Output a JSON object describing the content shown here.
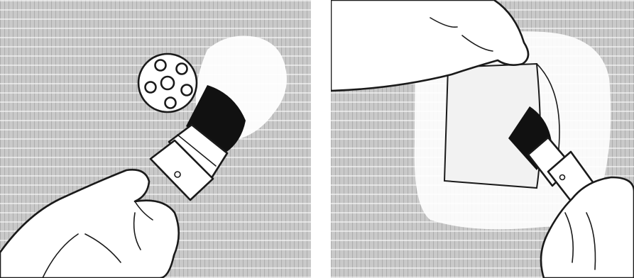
{
  "panels": [
    {
      "id": "left",
      "content": "illustration"
    },
    {
      "id": "right",
      "content": "illustration"
    }
  ],
  "colors": {
    "tile_background": "#c9c9c9",
    "paint_white": "#ffffff",
    "ink": "#1a1a1a",
    "bristles": "#111111"
  }
}
